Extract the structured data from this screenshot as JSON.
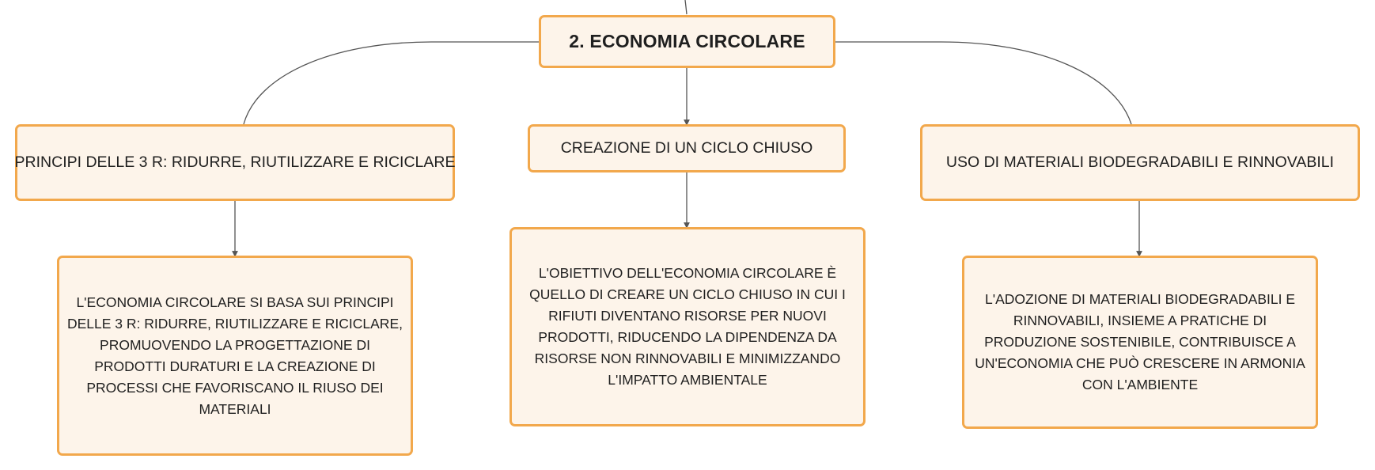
{
  "diagram": {
    "root": {
      "label": "2. ECONOMIA CIRCOLARE"
    },
    "branches": [
      {
        "label": "PRINCIPI DELLE 3 R: RIDURRE, RIUTILIZZARE E RICICLARE",
        "detail": "L'ECONOMIA CIRCOLARE SI BASA SUI PRINCIPI DELLE 3 R: RIDURRE, RIUTILIZZARE E RICICLARE, PROMUOVENDO LA PROGETTAZIONE DI PRODOTTI DURATURI E LA CREAZIONE DI PROCESSI CHE FAVORISCANO IL RIUSO DEI MATERIALI"
      },
      {
        "label": "CREAZIONE DI UN CICLO CHIUSO",
        "detail": "L'OBIETTIVO DELL'ECONOMIA CIRCOLARE È QUELLO DI CREARE UN CICLO CHIUSO IN CUI I RIFIUTI DIVENTANO RISORSE PER NUOVI PRODOTTI, RIDUCENDO LA DIPENDENZA DA RISORSE NON RINNOVABILI E MINIMIZZANDO L'IMPATTO AMBIENTALE"
      },
      {
        "label": "USO DI MATERIALI BIODEGRADABILI E RINNOVABILI",
        "detail": "L'ADOZIONE DI MATERIALI BIODEGRADABILI E RINNOVABILI, INSIEME A PRATICHE DI PRODUZIONE SOSTENIBILE, CONTRIBUISCE A UN'ECONOMIA CHE PUÒ CRESCERE IN ARMONIA CON L'AMBIENTE"
      }
    ],
    "colors": {
      "node_border": "#f2a84c",
      "node_fill": "#fdf4ea",
      "connector": "#555555",
      "text": "#1f1f1f"
    }
  }
}
